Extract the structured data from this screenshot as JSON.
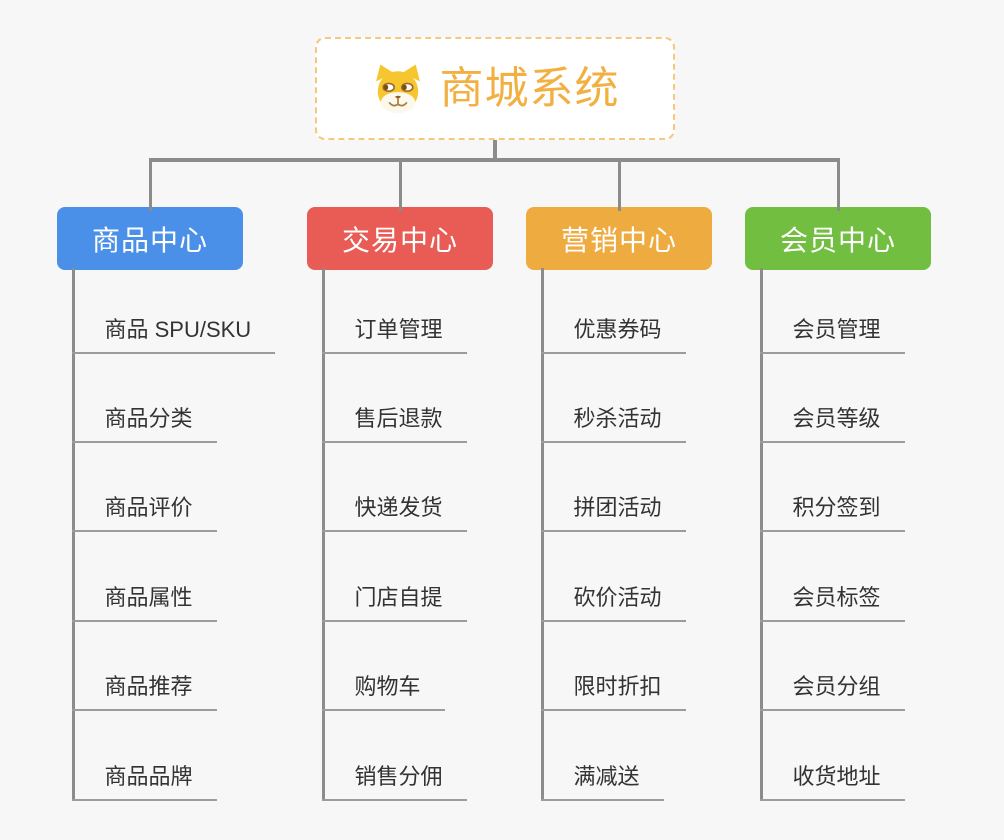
{
  "root": {
    "label": "商城系统",
    "icon": "dog-face"
  },
  "branches": [
    {
      "label": "商品中心",
      "color": "#4A90E9",
      "items": [
        "商品 SPU/SKU",
        "商品分类",
        "商品评价",
        "商品属性",
        "商品推荐",
        "商品品牌"
      ]
    },
    {
      "label": "交易中心",
      "color": "#E95B55",
      "items": [
        "订单管理",
        "售后退款",
        "快递发货",
        "门店自提",
        "购物车",
        "销售分佣"
      ]
    },
    {
      "label": "营销中心",
      "color": "#EEAB40",
      "items": [
        "优惠券码",
        "秒杀活动",
        "拼团活动",
        "砍价活动",
        "限时折扣",
        "满减送"
      ]
    },
    {
      "label": "会员中心",
      "color": "#72BE41",
      "items": [
        "会员管理",
        "会员等级",
        "积分签到",
        "会员标签",
        "会员分组",
        "收货地址"
      ]
    }
  ],
  "colors": {
    "background": "#F7F7F7",
    "connector": "#8C8C8C",
    "leaf_underline": "#9C9C9C",
    "leaf_text": "#333333",
    "root_text": "#F2B042",
    "root_border": "#F5C87E",
    "branch_text": "#FFFFFF"
  }
}
